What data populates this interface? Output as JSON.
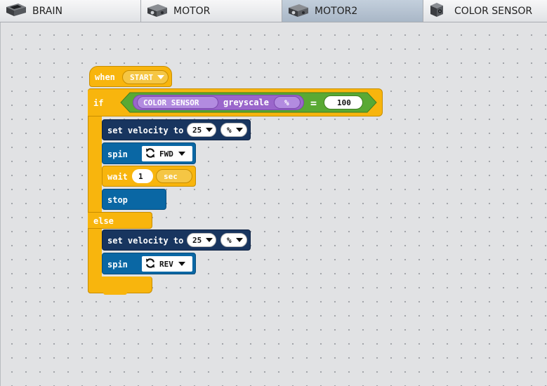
{
  "tabs": [
    {
      "label": "BRAIN",
      "icon": "brain-icon",
      "active": false
    },
    {
      "label": "MOTOR",
      "icon": "motor-icon",
      "active": false
    },
    {
      "label": "MOTOR2",
      "icon": "motor-icon",
      "active": true
    },
    {
      "label": "COLOR SENSOR",
      "icon": "color-sensor-icon",
      "active": false
    }
  ],
  "colors": {
    "control_yellow": "#f8b50d",
    "motion_navy": "#18355f",
    "motion_blue": "#0a67a4",
    "sensing_purple": "#9a66cb",
    "operator_green": "#59a934"
  },
  "script": {
    "when_label": "when",
    "event_value": "START",
    "if_label": "if",
    "condition": {
      "sensor_name": "COLOR SENSOR",
      "property": "greyscale",
      "unit": "%",
      "operator": "=",
      "compare_value": "100"
    },
    "then": {
      "set_velocity_label": "set velocity to",
      "velocity_value": "25",
      "velocity_unit": "%",
      "spin_label": "spin",
      "spin_direction": "FWD",
      "wait_label": "wait",
      "wait_value": "1",
      "wait_unit": "sec",
      "stop_label": "stop"
    },
    "else_label": "else",
    "else_branch": {
      "set_velocity_label": "set velocity to",
      "velocity_value": "25",
      "velocity_unit": "%",
      "spin_label": "spin",
      "spin_direction": "REV"
    }
  }
}
